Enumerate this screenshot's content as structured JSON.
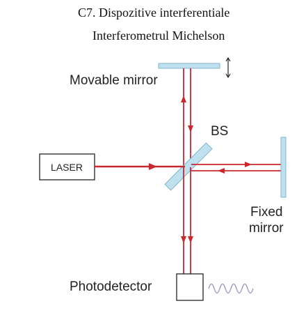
{
  "title": "C7. Dispozitive interferentiale",
  "subtitle": "Interferometrul Michelson",
  "labels": {
    "movable_mirror": "Movable mirror",
    "beam_splitter": "BS",
    "laser": "LASER",
    "fixed_mirror_line1": "Fixed",
    "fixed_mirror_line2": "mirror",
    "photodetector": "Photodetector"
  },
  "colors": {
    "beam": "#c8282e",
    "mirror_fill": "#bfe0ee",
    "mirror_stroke": "#7fb4cc",
    "outline": "#222222",
    "text": "#222222"
  }
}
